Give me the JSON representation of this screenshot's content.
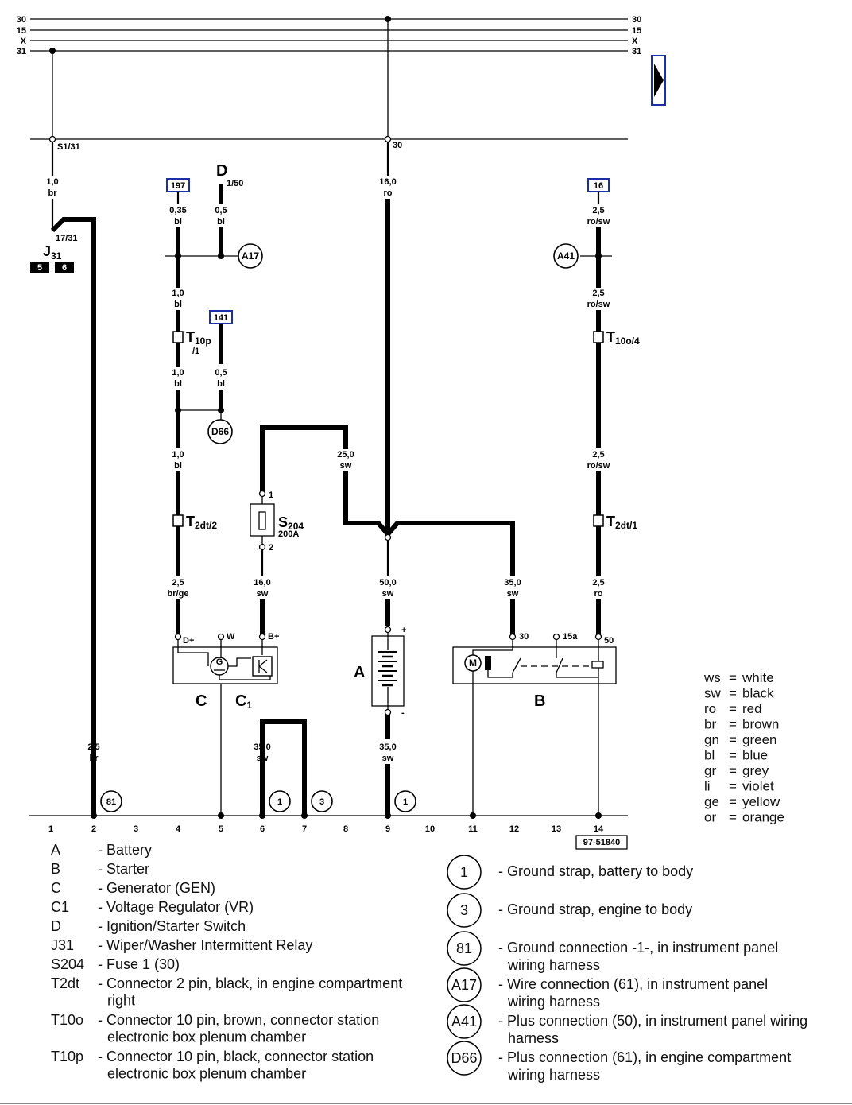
{
  "rails": {
    "left": [
      "30",
      "15",
      "X",
      "31"
    ],
    "right": [
      "30",
      "15",
      "X",
      "31"
    ]
  },
  "diagram_number": "97-51840",
  "page_refs": {
    "r197": "197",
    "r141": "141",
    "r16": "16"
  },
  "junctions": {
    "s1_31": "S1/31",
    "t30": "30",
    "d": "D",
    "d150": "1/50"
  },
  "wires": {
    "w1": {
      "size": "1,0",
      "color": "br"
    },
    "w2": {
      "size": "0,35",
      "color": "bl"
    },
    "w3": {
      "size": "0,5",
      "color": "bl"
    },
    "w4": {
      "size": "16,0",
      "color": "ro"
    },
    "w5": {
      "size": "2,5",
      "color": "ro/sw"
    },
    "w6": {
      "size": "1,0",
      "color": "bl"
    },
    "w7": {
      "size": "2,5",
      "color": "ro/sw"
    },
    "w8": {
      "size": "1,0",
      "color": "bl"
    },
    "w9": {
      "size": "0,5",
      "color": "bl"
    },
    "w10": {
      "size": "1,0",
      "color": "bl"
    },
    "w11": {
      "size": "25,0",
      "color": "sw"
    },
    "w12": {
      "size": "2,5",
      "color": "ro/sw"
    },
    "w13": {
      "size": "2,5",
      "color": "br/ge"
    },
    "w14": {
      "size": "16,0",
      "color": "sw"
    },
    "w15": {
      "size": "50,0",
      "color": "sw"
    },
    "w16": {
      "size": "35,0",
      "color": "sw"
    },
    "w17": {
      "size": "2,5",
      "color": "ro"
    },
    "w18": {
      "size": "2,5",
      "color": "br"
    },
    "w19": {
      "size": "35,0",
      "color": "sw"
    },
    "w20": {
      "size": "35,0",
      "color": "sw"
    }
  },
  "components": {
    "j31": {
      "label": "J",
      "sub": "31",
      "pin": "17/31",
      "box1": "5",
      "box2": "6"
    },
    "t10p": {
      "label": "T",
      "sub": "10p",
      "pin": "/1"
    },
    "t10o": {
      "label": "T",
      "sub": "10o/4"
    },
    "t2dt2": {
      "label": "T",
      "sub": "2dt/2"
    },
    "t2dt1": {
      "label": "T",
      "sub": "2dt/1"
    },
    "s204": {
      "label": "S",
      "sub": "204",
      "rating": "200A",
      "pin1": "1",
      "pin2": "2"
    },
    "gen": {
      "label_c": "C",
      "label_c1": "C",
      "sub_c1": "1",
      "d_plus": "D+",
      "w": "W",
      "b_plus": "B+",
      "g": "G"
    },
    "battery": {
      "label": "A",
      "plus": "+",
      "minus": "-"
    },
    "starter": {
      "label": "B",
      "t30": "30",
      "t15a": "15a",
      "t50": "50",
      "m": "M"
    }
  },
  "circles": {
    "a17": "A17",
    "a41": "A41",
    "d66": "D66",
    "g81": "81",
    "g1a": "1",
    "g3": "3",
    "g1b": "1"
  },
  "columns": [
    "1",
    "2",
    "3",
    "4",
    "5",
    "6",
    "7",
    "8",
    "9",
    "10",
    "11",
    "12",
    "13",
    "14"
  ],
  "color_key": [
    {
      "code": "ws",
      "name": "white"
    },
    {
      "code": "sw",
      "name": "black"
    },
    {
      "code": "ro",
      "name": "red"
    },
    {
      "code": "br",
      "name": "brown"
    },
    {
      "code": "gn",
      "name": "green"
    },
    {
      "code": "bl",
      "name": "blue"
    },
    {
      "code": "gr",
      "name": "grey"
    },
    {
      "code": "li",
      "name": "violet"
    },
    {
      "code": "ge",
      "name": "yellow"
    },
    {
      "code": "or",
      "name": "orange"
    }
  ],
  "legend_left": [
    {
      "code": "A",
      "desc": [
        "- Battery"
      ]
    },
    {
      "code": "B",
      "desc": [
        "- Starter"
      ]
    },
    {
      "code": "C",
      "desc": [
        "- Generator (GEN)"
      ]
    },
    {
      "code": "C1",
      "desc": [
        "- Voltage Regulator (VR)"
      ]
    },
    {
      "code": "D",
      "desc": [
        "- Ignition/Starter Switch"
      ]
    },
    {
      "code": "J31",
      "desc": [
        "- Wiper/Washer Intermittent Relay"
      ]
    },
    {
      "code": "S204",
      "desc": [
        "- Fuse 1 (30)"
      ]
    },
    {
      "code": "T2dt",
      "desc": [
        "- Connector 2 pin, black, in engine compartment",
        "right"
      ]
    },
    {
      "code": "T10o",
      "desc": [
        "- Connector 10 pin, brown, connector station",
        "electronic box plenum chamber"
      ]
    },
    {
      "code": "T10p",
      "desc": [
        "- Connector 10 pin, black, connector station",
        "electronic box plenum chamber"
      ]
    }
  ],
  "legend_right": [
    {
      "symbol": "1",
      "desc": [
        "- Ground strap, battery to body"
      ]
    },
    {
      "symbol": "3",
      "desc": [
        "- Ground strap, engine to body"
      ]
    },
    {
      "symbol": "81",
      "desc": [
        "- Ground connection -1-, in instrument panel",
        "wiring harness"
      ]
    },
    {
      "symbol": "A17",
      "desc": [
        "- Wire connection (61), in instrument panel",
        "wiring harness"
      ]
    },
    {
      "symbol": "A41",
      "desc": [
        "- Plus connection (50), in instrument panel wiring",
        "harness"
      ]
    },
    {
      "symbol": "D66",
      "desc": [
        "- Plus connection (61), in engine compartment",
        "wiring harness"
      ]
    }
  ]
}
